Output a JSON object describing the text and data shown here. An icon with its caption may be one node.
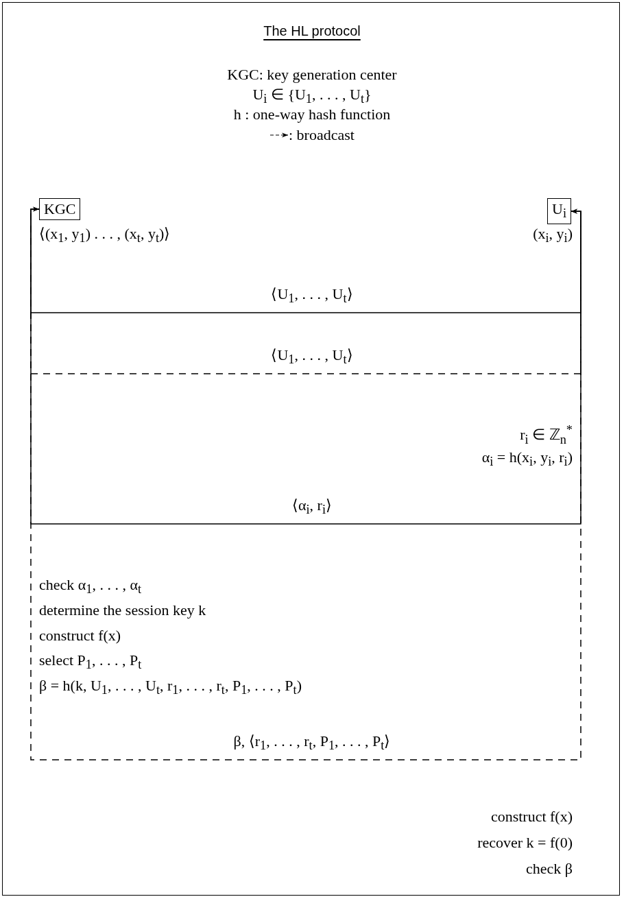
{
  "diagram": {
    "title": "The HL protocol",
    "nodes": [
      {
        "text": [
          "KGC"
        ],
        "beside": [
          "⟨(x$_{1}$, y$_{1}$) . . . , (x$_{t}$, y$_{t}$)⟩"
        ]
      },
      {
        "text": [
          "U$_{i}$"
        ],
        "beside": [
          "(x$_{i}$, y$_{i}$)"
        ]
      }
    ],
    "edges": [
      {
        "from": 1,
        "to": 0,
        "arrow": "to",
        "label": "⟨U$_{1}$, . . . , U$_{t}$⟩"
      },
      {
        "from": 0,
        "to": 1,
        "arrow": "to",
        "label": "⟨U$_{1}$, . . . , U$_{t}$⟩",
        "style": "dashed"
      },
      {
        "from": 1,
        "to": 0,
        "arrow": "to",
        "label": "⟨α$_{i}$, r$_{i}$⟩"
      },
      {
        "from": 0,
        "to": 1,
        "arrow": "to",
        "label": "β, ⟨r$_{1}$, . . . , r$_{t}$, P$_{1}$, . . . , P$_{t}$⟩",
        "style": "dashed"
      }
    ],
    "labels": [
      "KGC: key generation center",
      "U$_{i}$ ∈ {U$_{1}$, . . . , U$_{t}$}",
      "h : one-way hash function",
      "r$_{i}$ ∈ ℤ$_{n}$$^{*}$",
      "α$_{i}$ = h(x$_{i}$, y$_{i}$, r$_{i}$)",
      "check α$_{1}$, . . . , α$_{t}$",
      "determine the session key k",
      "construct f(x)",
      "select P$_{1}$, . . . , P$_{t}$",
      "β = h(k, U$_{1}$, . . . , U$_{t}$, r$_{1}$, . . . , r$_{t}$, P$_{1}$, . . . , P$_{t}$)",
      "construct f(x)",
      "recover k = f(0)",
      "check β"
    ],
    "legend": [
      {
        "text": ": broadcast"
      }
    ]
  }
}
